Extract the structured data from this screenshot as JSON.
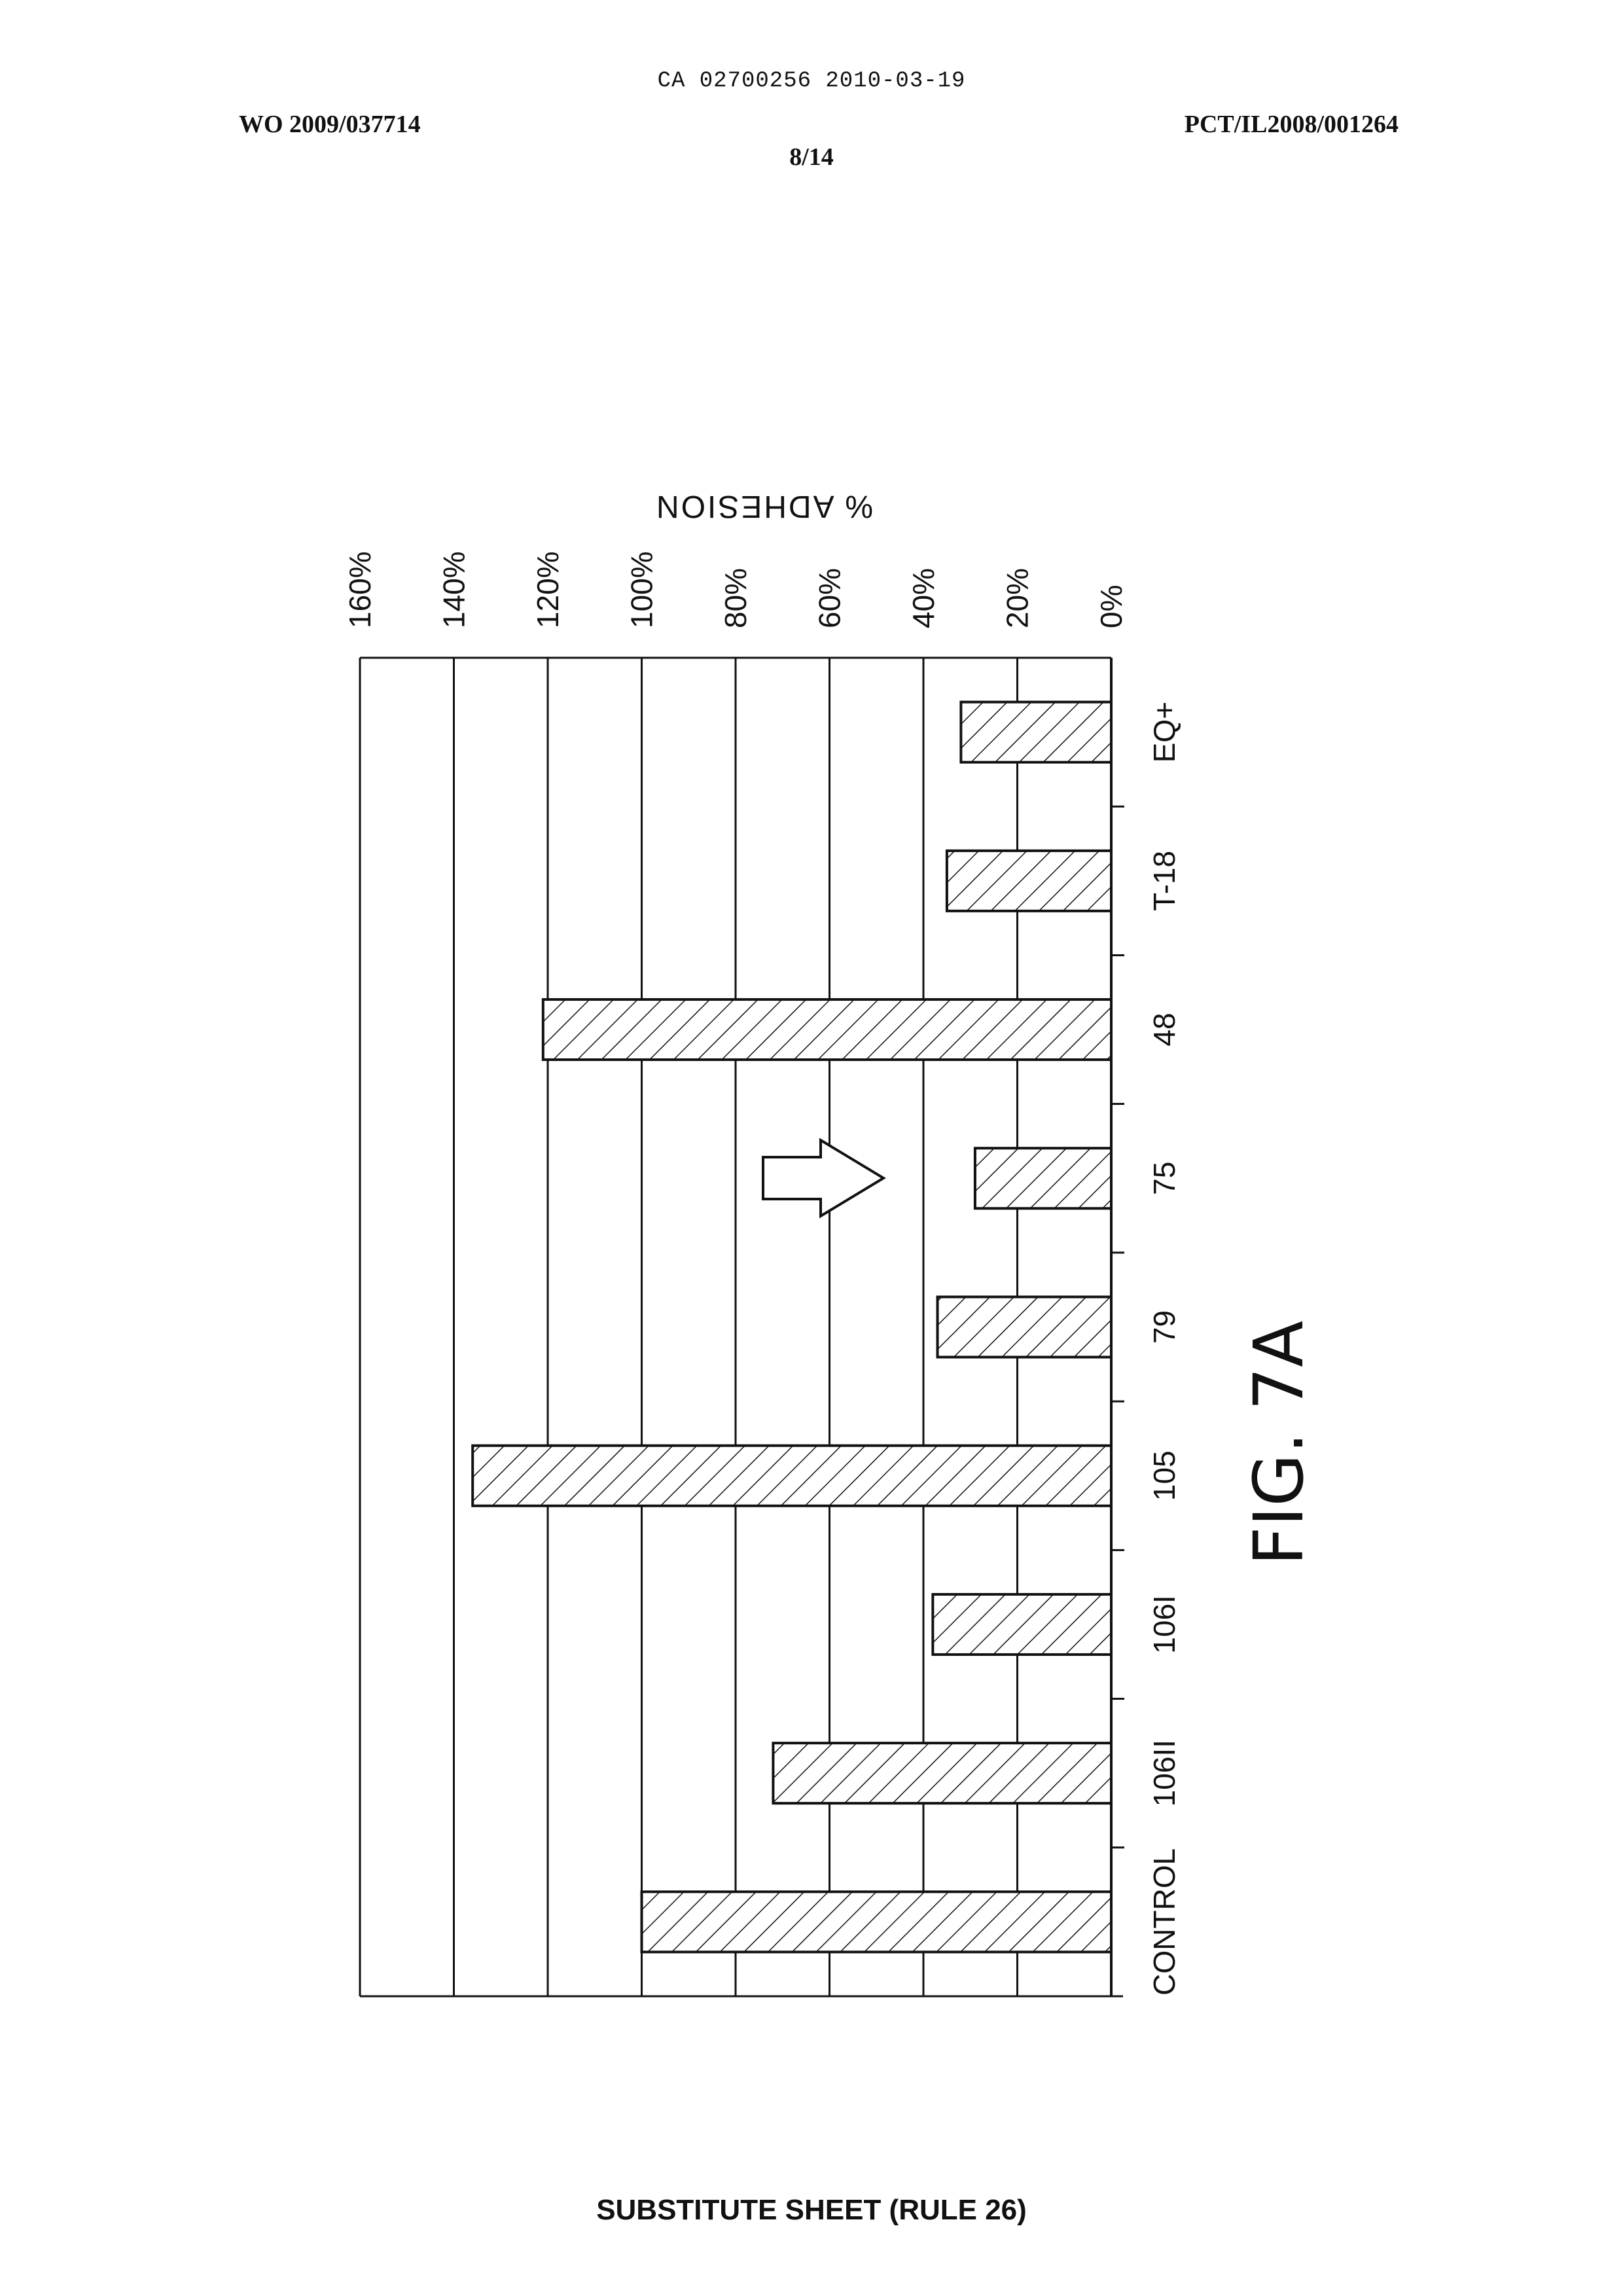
{
  "header": {
    "ca_line": "CA 02700256 2010-03-19",
    "wo_number": "WO 2009/037714",
    "pct_number": "PCT/IL2008/001264",
    "sheet_number": "8/14"
  },
  "footer": {
    "text": "SUBSTITUTE SHEET (RULE 26)"
  },
  "figure_label": "FIG. 7A",
  "chart_data": {
    "type": "bar",
    "orientation": "horizontal, page rotated 90°",
    "categories": [
      "EQ+",
      "T-18",
      "48",
      "75",
      "79",
      "105",
      "106I",
      "106II",
      "CONTROL"
    ],
    "values": [
      32,
      35,
      121,
      29,
      37,
      136,
      38,
      72,
      100
    ],
    "value_unit": "%",
    "ylabel": "% ADHESION",
    "xlabel": "",
    "ylim": [
      0,
      160
    ],
    "y_ticks": [
      "0%",
      "20%",
      "40%",
      "60%",
      "80%",
      "100%",
      "120%",
      "140%",
      "160%"
    ],
    "grid": true,
    "bar_fill": "diagonal hatch",
    "annotation": "hollow arrow pointing to bar 75"
  }
}
